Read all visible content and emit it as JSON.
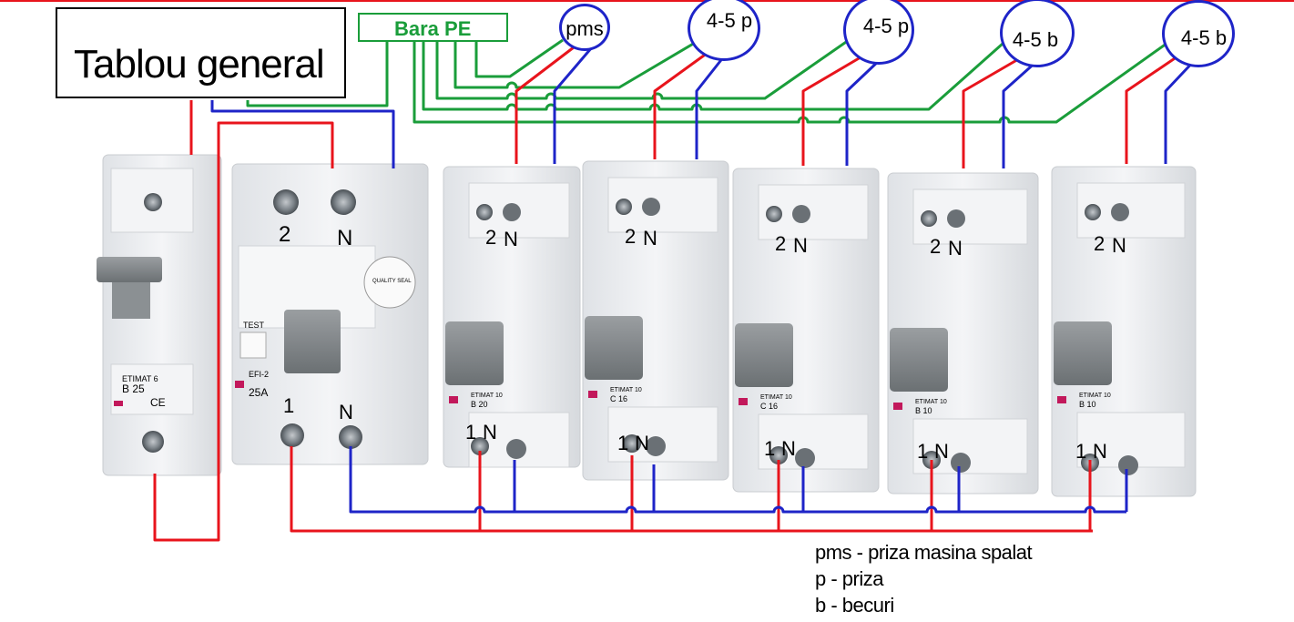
{
  "panel": {
    "title": "Tablou general"
  },
  "pe_bar": {
    "label": "Bara PE"
  },
  "circuits": [
    {
      "label": "pms"
    },
    {
      "label": "4-5 p"
    },
    {
      "label": "4-5 p"
    },
    {
      "label": "4-5 b"
    },
    {
      "label": "4-5 b"
    }
  ],
  "main_breaker": {
    "brand": "ETIMAT 6",
    "rating": "B 25",
    "marking": "CE"
  },
  "rcd": {
    "terminal_top_left": "2",
    "terminal_top_right": "N",
    "terminal_bottom_left": "1",
    "terminal_bottom_right": "N",
    "test_label": "TEST",
    "model": "EFI-2",
    "rating": "25A",
    "seal_text": "QUALITY SEAL"
  },
  "breakers": [
    {
      "brand": "ETIMAT 10",
      "rating": "B 20",
      "top_left": "2",
      "top_right": "N",
      "bottom_left": "1",
      "bottom_right": "N"
    },
    {
      "brand": "ETIMAT 10",
      "rating": "C 16",
      "top_left": "2",
      "top_right": "N",
      "bottom_left": "1",
      "bottom_right": "N"
    },
    {
      "brand": "ETIMAT 10",
      "rating": "C 16",
      "top_left": "2",
      "top_right": "N",
      "bottom_left": "1",
      "bottom_right": "N"
    },
    {
      "brand": "ETIMAT 10",
      "rating": "B 10",
      "top_left": "2",
      "top_right": "N",
      "bottom_left": "1",
      "bottom_right": "N"
    },
    {
      "brand": "ETIMAT 10",
      "rating": "B 10",
      "top_left": "2",
      "top_right": "N",
      "bottom_left": "1",
      "bottom_right": "N"
    }
  ],
  "legend": [
    "pms - priza masina spalat",
    "p - priza",
    "b - becuri"
  ],
  "colors": {
    "phase": "#e8141c",
    "neutral": "#1e24c8",
    "earth": "#1a9d3a",
    "device_body": "#e9ebee",
    "toggle": "#7d8285"
  }
}
